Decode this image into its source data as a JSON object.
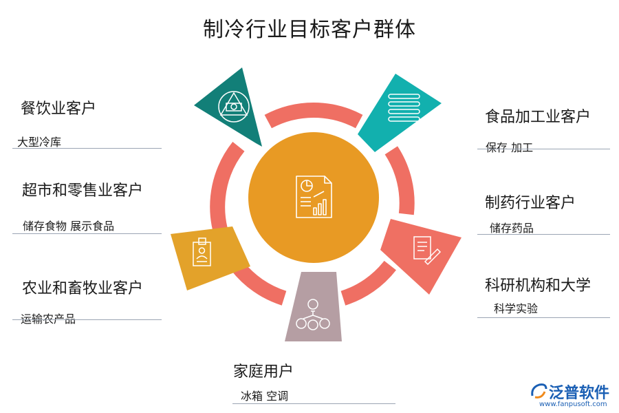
{
  "title": "制冷行业目标客户群体",
  "colors": {
    "ring": "#ef6f63",
    "center": "#e89a24",
    "dark_teal": "#127f78",
    "teal": "#12b0ae",
    "salmon": "#ef7063",
    "mauve": "#b59ea3",
    "gold": "#e3a22a"
  },
  "segments": {
    "catering": {
      "name": "餐饮业客户",
      "desc": "大型冷库"
    },
    "food_processing": {
      "name": "食品加工业客户",
      "desc": "保存 加工"
    },
    "supermarket": {
      "name": "超市和零售业客户",
      "desc": "储存食物    展示食品"
    },
    "pharma": {
      "name": "制药行业客户",
      "desc": "储存药品"
    },
    "agriculture": {
      "name": "农业和畜牧业客户",
      "desc": "运输农产品"
    },
    "research": {
      "name": "科研机构和大学",
      "desc": "科学实验"
    },
    "household": {
      "name": "家庭用户",
      "desc": "冰箱  空调"
    }
  },
  "icons": {
    "center": "report-chart-icon",
    "catering": "triangle-circle-emblem-icon",
    "food_processing": "layers-list-icon",
    "pharma": "document-pen-icon",
    "household": "idea-people-icon",
    "agriculture": "id-badge-icon"
  },
  "logo": {
    "brand": "泛普软件",
    "url": "www.fanpusoft.com"
  }
}
